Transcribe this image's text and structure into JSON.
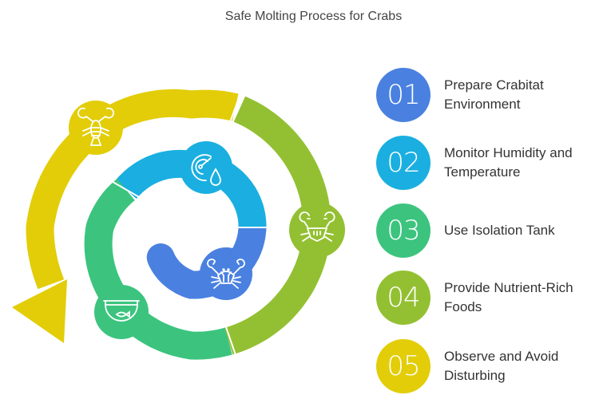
{
  "title": "Safe Molting Process for Crabs",
  "colors": {
    "blue": "#4A81E0",
    "cyan": "#1AAFE0",
    "green": "#3CC47F",
    "lime": "#93C032",
    "yellow": "#E2CD08"
  },
  "steps": [
    {
      "number": "01",
      "label": "Prepare Crabitat Environment",
      "color": "#4A81E0",
      "icon": "crab-icon"
    },
    {
      "number": "02",
      "label": "Monitor Humidity and Temperature",
      "color": "#1AAFE0",
      "icon": "humidity-gauge-icon"
    },
    {
      "number": "03",
      "label": "Use Isolation Tank",
      "color": "#3CC47F",
      "icon": "fish-bowl-icon"
    },
    {
      "number": "04",
      "label": "Provide Nutrient-Rich Foods",
      "color": "#93C032",
      "icon": "crab-food-icon"
    },
    {
      "number": "05",
      "label": "Observe and Avoid Disturbing",
      "color": "#E2CD08",
      "icon": "lobster-icon"
    }
  ]
}
